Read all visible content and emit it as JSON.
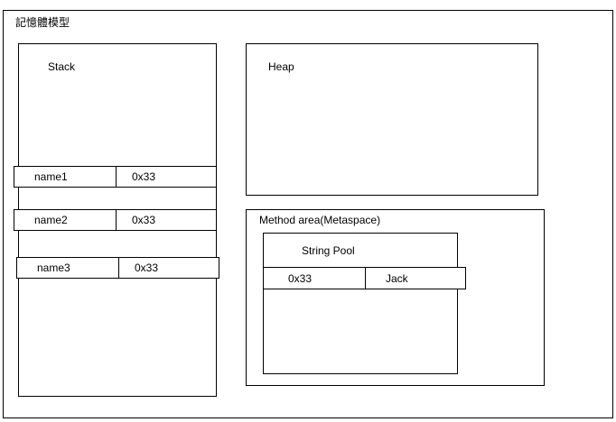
{
  "diagram": {
    "title": "記憶體模型",
    "stack": {
      "label": "Stack",
      "variables": [
        {
          "name": "name1",
          "value": "0x33"
        },
        {
          "name": "name2",
          "value": "0x33"
        },
        {
          "name": "name3",
          "value": "0x33"
        }
      ]
    },
    "heap": {
      "label": "Heap"
    },
    "method_area": {
      "label": "Method area(Metaspace)",
      "string_pool": {
        "label": "String Pool",
        "entry": {
          "address": "0x33",
          "value": "Jack"
        }
      }
    }
  }
}
